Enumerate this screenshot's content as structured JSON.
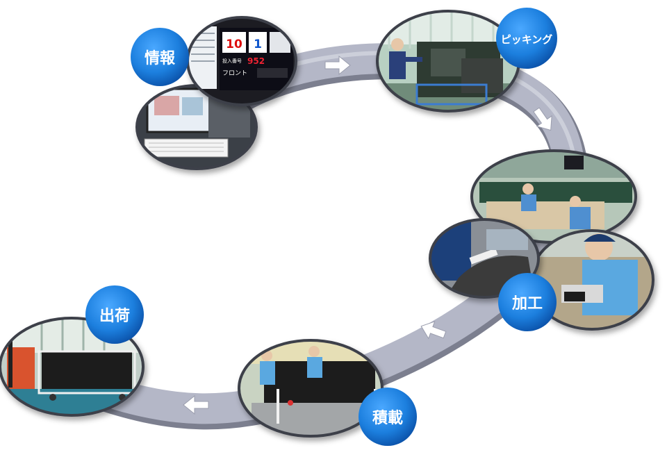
{
  "steps": [
    {
      "label": "情報"
    },
    {
      "label": "ピッキング"
    },
    {
      "label": "加工"
    },
    {
      "label": "積載"
    },
    {
      "label": "出荷"
    }
  ],
  "screen": {
    "counter_a": "10",
    "counter_b": "1",
    "caption_label": "投入番号",
    "caption_number": "952",
    "position_label": "フロント"
  },
  "colors": {
    "track": "#b4b7c7",
    "track_shadow": "#7c7f8f",
    "badge": "#1c7fde",
    "badge_dark": "#0a4fa6",
    "arrow": "#ffffff"
  },
  "icons": [
    "arrow-right-icon",
    "arrow-down-right-icon",
    "arrow-left-icon"
  ]
}
